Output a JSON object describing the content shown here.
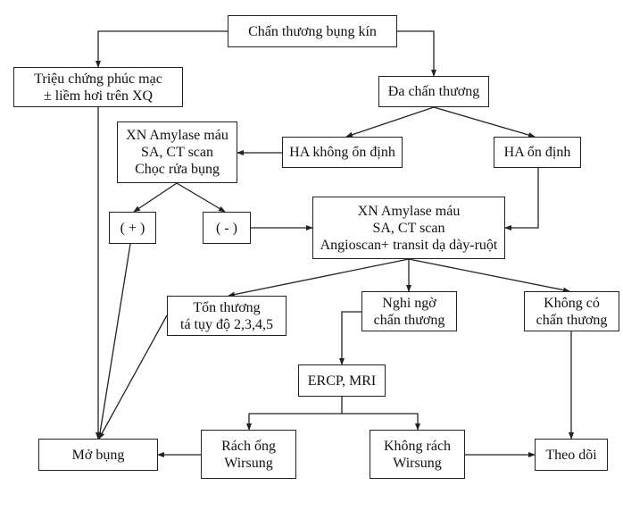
{
  "nodes": {
    "root": [
      "Chấn thương bụng kín"
    ],
    "peritoneal": [
      "Triệu chứng phúc mạc",
      "± liềm hơi trên XQ"
    ],
    "multi": [
      "Đa chấn thương"
    ],
    "tests1": [
      "XN Amylase máu",
      "SA, CT scan",
      "Chọc rửa bụng"
    ],
    "unstable": [
      "HA không ổn định"
    ],
    "stable": [
      "HA ổn định"
    ],
    "positive": [
      "( + )"
    ],
    "negative": [
      "( - )"
    ],
    "tests2": [
      "XN Amylase máu",
      "SA, CT scan",
      "Angioscan+ transit dạ dày-ruột"
    ],
    "lesion": [
      "Tổn thương",
      "tá tụy độ 2,3,4,5"
    ],
    "suspect": [
      "Nghi ngờ",
      "chấn thương"
    ],
    "none": [
      "Không có",
      "chấn thương"
    ],
    "ercp": [
      "ERCP, MRI"
    ],
    "laparotomy": [
      "Mở bụng"
    ],
    "torn": [
      "Rách ống",
      "Wirsung"
    ],
    "nottorn": [
      "Không rách",
      "Wirsung"
    ],
    "monitor": [
      "Theo dõi"
    ]
  }
}
